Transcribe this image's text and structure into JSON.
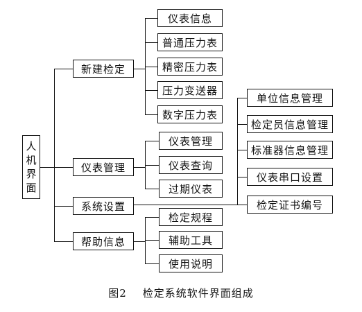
{
  "root": {
    "chars": [
      "人",
      "机",
      "界",
      "面"
    ]
  },
  "level1": {
    "new_check": "新建检定",
    "instrument_mgmt": "仪表管理",
    "system_settings": "系统设置",
    "help_info": "帮助信息"
  },
  "new_check_children": {
    "instrument_info": "仪表信息",
    "normal_gauge": "普通压力表",
    "precision_gauge": "精密压力表",
    "pressure_transmitter": "压力变送器",
    "digital_gauge": "数字压力表"
  },
  "instrument_mgmt_children": {
    "management": "仪表管理",
    "query": "仪表查询",
    "expired": "过期仪表"
  },
  "system_settings_children": {
    "unit_info": "单位信息管理",
    "inspector_info": "检定员信息管理",
    "standard_info": "标准器信息管理",
    "serial_port": "仪表串口设置",
    "certificate_number": "检定证书编号"
  },
  "help_children": {
    "regulations": "检定规程",
    "tools": "辅助工具",
    "manual": "使用说明"
  },
  "caption": "图2    检定系统软件界面组成"
}
